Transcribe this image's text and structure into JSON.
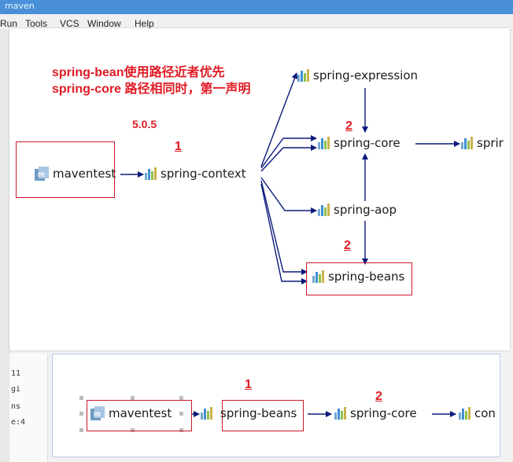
{
  "ide": {
    "title": "maven",
    "menu": [
      "Run",
      "Tools",
      "VCS",
      "Window",
      "Help"
    ]
  },
  "top_diagram": {
    "notes": [
      "spring-bean使用路径近者优先",
      "spring-core 路径相同时，第一声明"
    ],
    "version": "5.0.5",
    "nodes": {
      "maventest": "maventest",
      "spring_context": "spring-context",
      "spring_expression": "spring-expression",
      "spring_core": "spring-core",
      "spring_aop": "spring-aop",
      "spring_beans": "spring-beans",
      "spring_jcl": "sprir"
    },
    "depth_labels": {
      "context": "1",
      "core": "2",
      "beans": "2"
    }
  },
  "bottom_diagram": {
    "nodes": {
      "maventest": "maventest",
      "spring_beans": "spring-beans",
      "spring_core": "spring-core",
      "spring_jcl": "con"
    },
    "depth_labels": {
      "beans": "1",
      "core": "2"
    },
    "left_fragments": [
      "11",
      "gi",
      "ns",
      "e:4"
    ]
  },
  "colors": {
    "arrow": "#0b1a7a",
    "annotation": "#e01b24",
    "box": "#c9182b"
  }
}
